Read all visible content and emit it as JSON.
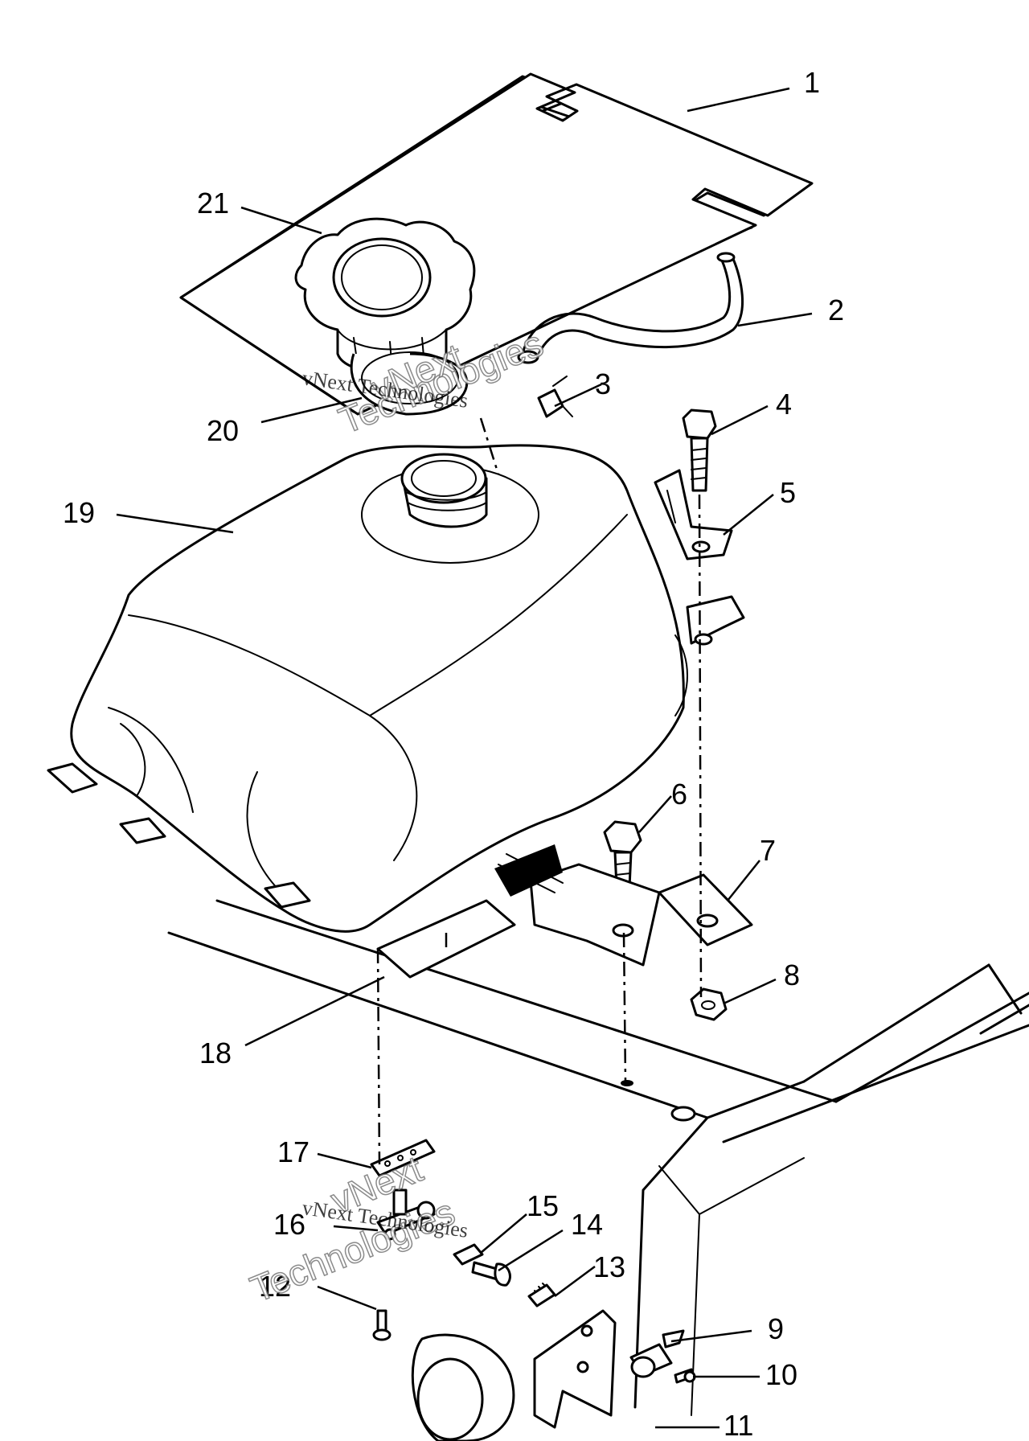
{
  "callouts": {
    "c1": "1",
    "c2": "2",
    "c3": "3",
    "c4": "4",
    "c5": "5",
    "c6": "6",
    "c7": "7",
    "c8": "8",
    "c9": "9",
    "c10": "10",
    "c11": "11",
    "c12": "12",
    "c13": "13",
    "c14": "14",
    "c15": "15",
    "c16": "16",
    "c17": "17",
    "c18": "18",
    "c19": "19",
    "c20": "20",
    "c21": "21"
  },
  "watermark": {
    "line_a": "vNext Technologies",
    "line_b_top": "vNext",
    "line_b_bottom": "Technologies"
  }
}
